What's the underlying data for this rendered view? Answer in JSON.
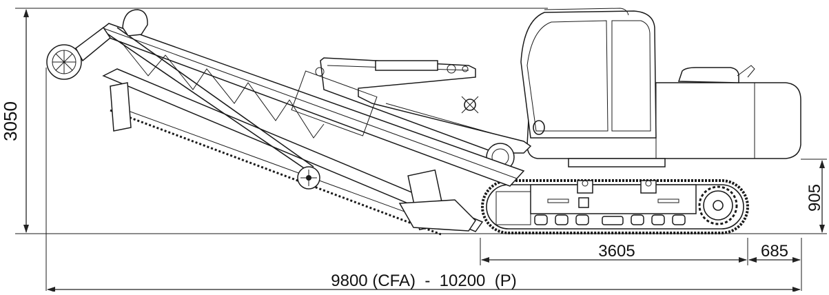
{
  "dimensions": {
    "height_total": "3050",
    "track_height": "905",
    "track_length": "3605",
    "rear_overhang": "685",
    "overall_length": "9800 (CFA)  -  10200  (P)"
  }
}
